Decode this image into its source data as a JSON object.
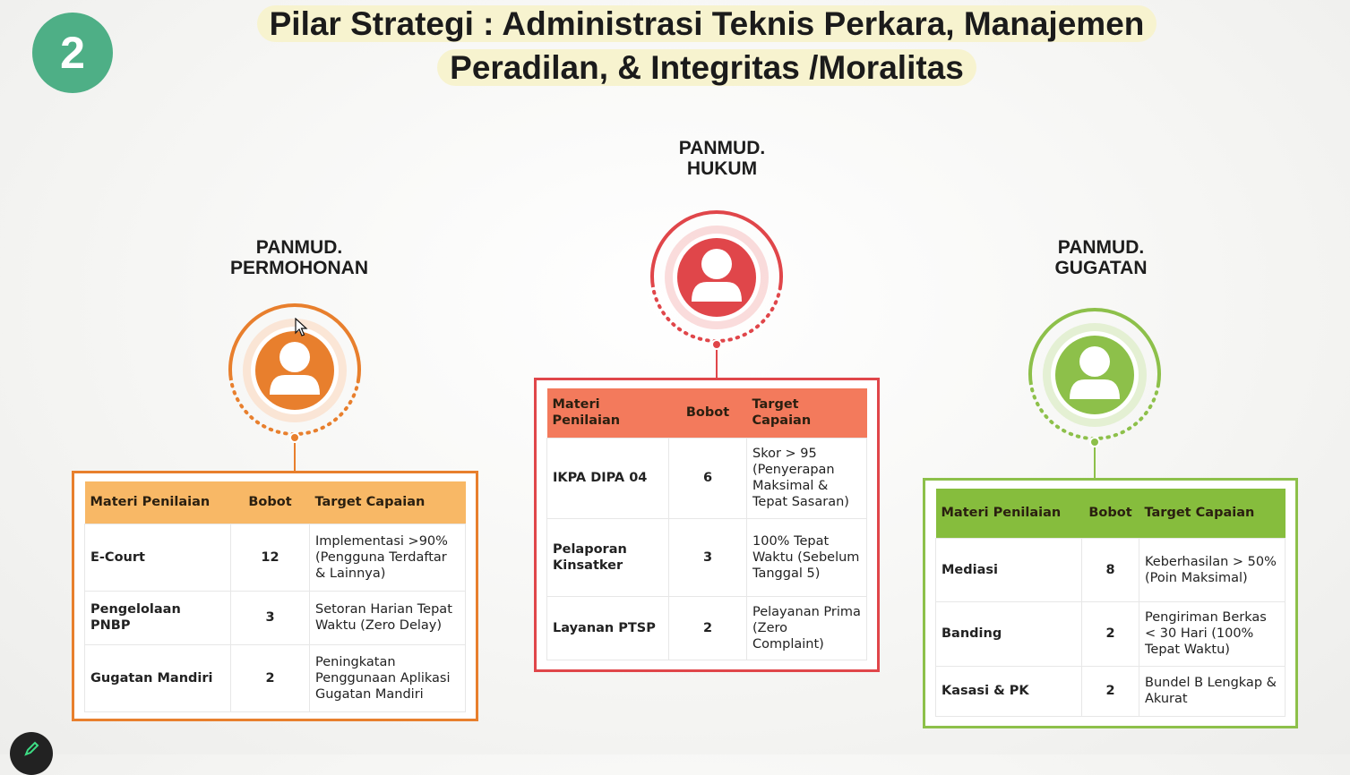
{
  "badge": "2",
  "title": "Pilar Strategi : Administrasi Teknis Perkara, Manajemen Peradilan, & Integritas /Moralitas",
  "colors": {
    "badge": "#4eaf86",
    "orange": "#e87f2d",
    "orange_header": "#f8b866",
    "red": "#e0464a",
    "red_header": "#f37a5c",
    "green": "#8dc04a",
    "green_header": "#86bd3d"
  },
  "units": [
    {
      "id": "permohonan",
      "label": "PANMUD.\nPERMOHONAN",
      "icon": "user-icon",
      "headers": [
        "Materi Penilaian",
        "Bobot",
        "Target Capaian"
      ],
      "rows": [
        {
          "materi": "E-Court",
          "bobot": "12",
          "target": "Implementasi >90% (Pengguna Terdaftar & Lainnya)"
        },
        {
          "materi": "Pengelolaan PNBP",
          "bobot": "3",
          "target": "Setoran Harian Tepat Waktu (Zero Delay)"
        },
        {
          "materi": "Gugatan Mandiri",
          "bobot": "2",
          "target": "Peningkatan Penggunaan Aplikasi Gugatan Mandiri"
        }
      ]
    },
    {
      "id": "hukum",
      "label": "PANMUD.\nHUKUM",
      "icon": "user-icon",
      "headers": [
        "Materi Penilaian",
        "Bobot",
        "Target Capaian"
      ],
      "rows": [
        {
          "materi": "IKPA DIPA 04",
          "bobot": "6",
          "target": "Skor > 95 (Penyerapan Maksimal & Tepat Sasaran)"
        },
        {
          "materi": "Pelaporan Kinsatker",
          "bobot": "3",
          "target": "100% Tepat Waktu (Sebelum Tanggal 5)"
        },
        {
          "materi": "Layanan PTSP",
          "bobot": "2",
          "target": "Pelayanan Prima (Zero Complaint)"
        }
      ]
    },
    {
      "id": "gugatan",
      "label": "PANMUD.\nGUGATAN",
      "icon": "user-icon",
      "headers": [
        "Materi Penilaian",
        "Bobot",
        "Target Capaian"
      ],
      "rows": [
        {
          "materi": "Mediasi",
          "bobot": "8",
          "target": "Keberhasilan > 50% (Poin Maksimal)"
        },
        {
          "materi": "Banding",
          "bobot": "2",
          "target": "Pengiriman Berkas < 30 Hari (100% Tepat Waktu)"
        },
        {
          "materi": "Kasasi & PK",
          "bobot": "2",
          "target": "Bundel B Lengkap & Akurat"
        }
      ]
    }
  ]
}
